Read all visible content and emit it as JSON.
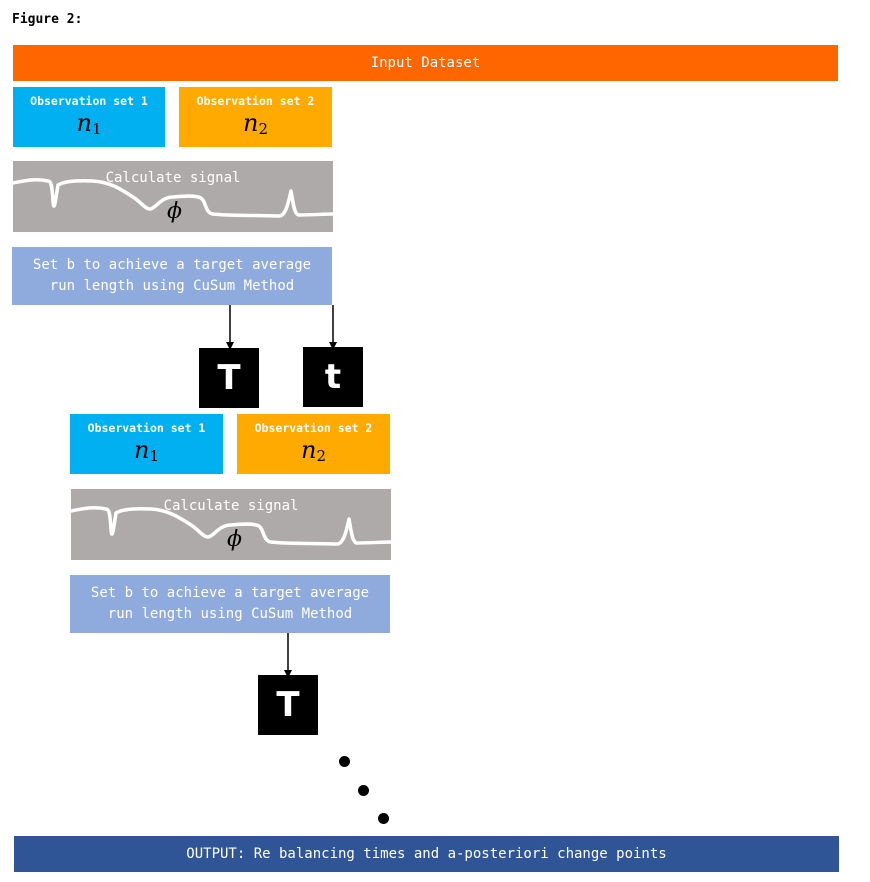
{
  "figure_label": "Figure 2:",
  "input_label": "Input Dataset",
  "stage1": {
    "obs1": {
      "title": "Observation set 1",
      "symbol": "n",
      "subscript": "1"
    },
    "obs2": {
      "title": "Observation set 2",
      "symbol": "n",
      "subscript": "2"
    },
    "signal_label": "Calculate signal",
    "signal_symbol": "ϕ",
    "setb_line1": "Set b to achieve a target average",
    "setb_line2": "run length using CuSum Method",
    "out1": "T",
    "out2": "t"
  },
  "stage2": {
    "obs1": {
      "title": "Observation set 1",
      "symbol": "n",
      "subscript": "1"
    },
    "obs2": {
      "title": "Observation set 2",
      "symbol": "n",
      "subscript": "2"
    },
    "signal_label": "Calculate signal",
    "signal_symbol": "ϕ",
    "setb_line1": "Set b to achieve a target average",
    "setb_line2": "run length using CuSum Method",
    "out1": "T"
  },
  "output_label": "OUTPUT: Re balancing times and a-posteriori change points",
  "colors": {
    "input": "#ff6600",
    "obs1": "#00b0f0",
    "obs2": "#ffaa00",
    "signal": "#aeaaaa",
    "setb": "#8faadc",
    "output": "#2f5597"
  }
}
